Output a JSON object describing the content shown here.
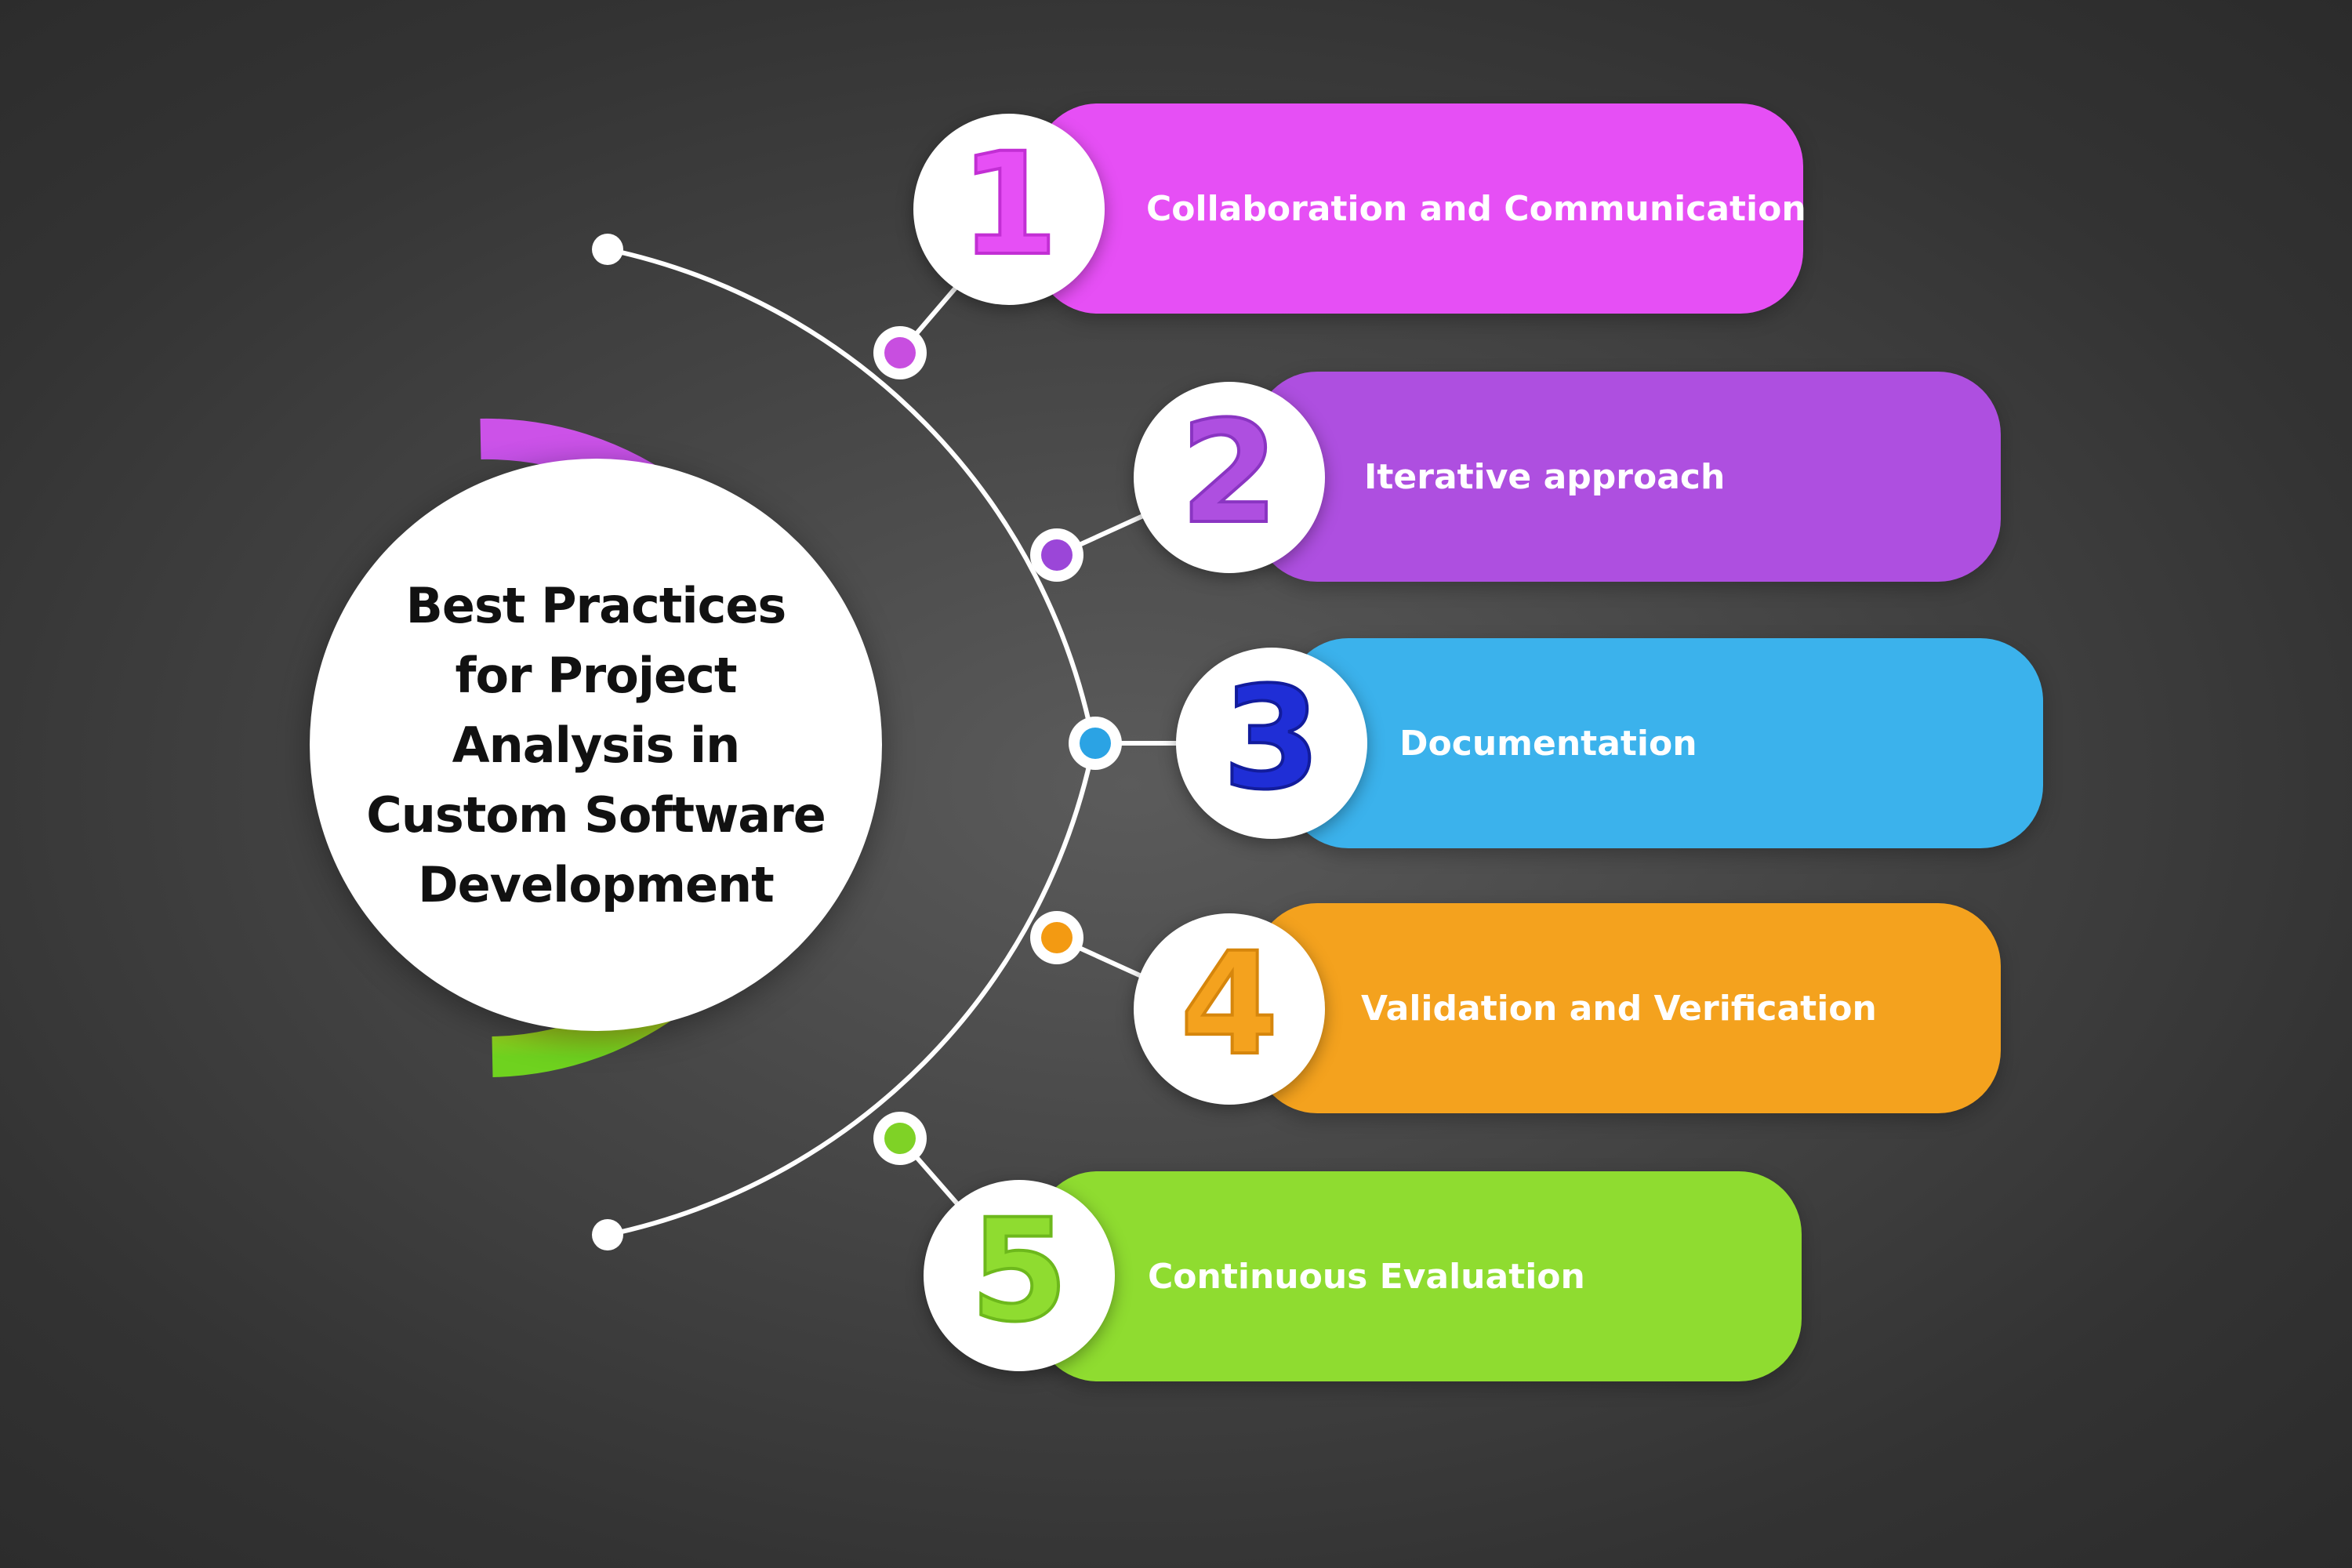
{
  "title": "Best Practices for Project Analysis in Custom Software Development",
  "steps": [
    {
      "number": "1",
      "label": "Collaboration and Communication",
      "color": "#e64ff5",
      "dot_color": "#c84ee0",
      "digit_color": "#e64ff5",
      "icon": "number-one-icon"
    },
    {
      "number": "2",
      "label": "Iterative approach",
      "color": "#ae4fe0",
      "dot_color": "#9b46d8",
      "digit_color": "#ae4fe0",
      "icon": "number-two-icon"
    },
    {
      "number": "3",
      "label": "Documentation",
      "color": "#3bb2ec",
      "dot_color": "#2ba3e4",
      "digit_color": "#1f2ed6",
      "icon": "number-three-icon"
    },
    {
      "number": "4",
      "label": "Validation and Verification",
      "color": "#f4a21e",
      "dot_color": "#f39a12",
      "digit_color": "#f4a21e",
      "icon": "number-four-icon"
    },
    {
      "number": "5",
      "label": "Continuous Evaluation",
      "color": "#8fdc30",
      "dot_color": "#7fd226",
      "digit_color": "#8fdc30",
      "icon": "number-five-icon"
    }
  ],
  "ring_colors": [
    "#cc52e8",
    "#8d46d8",
    "#2ea7ea",
    "#f5a313",
    "#6fd21f"
  ]
}
